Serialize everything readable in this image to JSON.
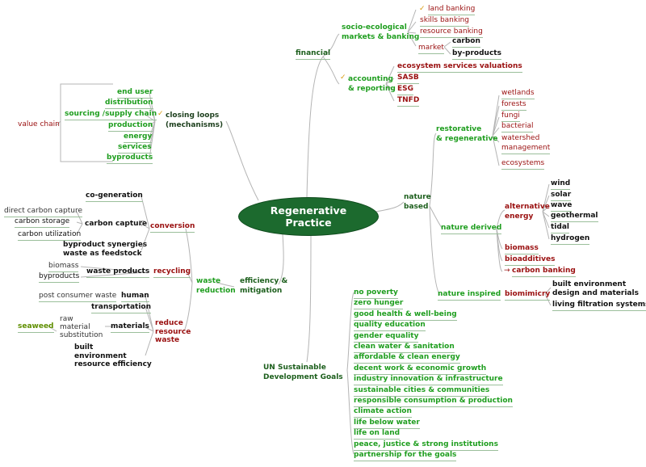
{
  "center": {
    "line1": "Regenerative",
    "line2": "Practice"
  },
  "financial": {
    "label": "financial",
    "socio_label": "socio-ecological\nmarkets & banking",
    "socio_items": [
      "land banking",
      "skills banking",
      "resource banking",
      "market"
    ],
    "market_items": [
      "carbon",
      "by-products"
    ],
    "accounting_label": "accounting\n& reporting",
    "accounting_items": [
      "ecosystem services valuations",
      "SASB",
      "ESG",
      "TNFD"
    ]
  },
  "nature": {
    "label": "nature\nbased",
    "restorative_label": "restorative\n& regenerative",
    "restorative_items": [
      "wetlands",
      "forests",
      "fungi",
      "bacterial",
      "watershed\nmanagement",
      "ecosystems"
    ],
    "derived_label": "nature derived",
    "alt_energy_label": "alternative\nenergy",
    "alt_energy_items": [
      "wind",
      "solar",
      "wave",
      "geothermal",
      "tidal",
      "hydrogen"
    ],
    "derived_items": [
      "biomass",
      "bioadditives",
      "carbon banking"
    ],
    "inspired_label": "nature inspired",
    "biomimicry_label": "biomimicry",
    "biomimicry_items": [
      "built environment\ndesign and materials",
      "living filtration systems"
    ]
  },
  "closing": {
    "label": "closing loops\n(mechanisms)",
    "items": [
      "end user",
      "distribution",
      "sourcing /supply chain",
      "production",
      "energy",
      "services",
      "byproducts"
    ],
    "value_chain": "value chain"
  },
  "efficiency": {
    "label": "efficiency &\nmitigation",
    "waste_label": "waste\nreduction",
    "conversion_label": "conversion",
    "conversion_items": [
      "co-generation",
      "carbon capture",
      "byproduct synergies\nwaste as feedstock"
    ],
    "carbon_capture_items": [
      "direct carbon capture",
      "carbon storage",
      "carbon utilization"
    ],
    "recycling_label": "recycling",
    "waste_products_label": "waste products",
    "waste_products_items": [
      "biomass",
      "byproducts"
    ],
    "reduce_label": "reduce\nresource\nwaste",
    "reduce_items": [
      "human",
      "transportation",
      "materials",
      "built\nenvironment\nresource efficiency"
    ],
    "post_consumer": "post consumer waste",
    "raw_material": "raw\nmaterial\nsubstitution",
    "seaweed": "seaweed"
  },
  "sdg": {
    "label": "UN Sustainable\nDevelopment Goals",
    "items": [
      "no poverty",
      "zero hunger",
      "good health & well-being",
      "quality education",
      "gender equality",
      "clean water & sanitation",
      "affordable & clean energy",
      "decent work & economic growth",
      "industry innovation & infrastructure",
      "sustainable cities & communities",
      "responsible consumption & production",
      "climate action",
      "life below water",
      "life on land",
      "peace, justice & strong institutions",
      "partnership for the goals"
    ]
  },
  "colors": {
    "center_fill": "#1c6a2e",
    "green": "#1f9e1f",
    "red": "#9a1010",
    "line": "#b0b0b0"
  }
}
